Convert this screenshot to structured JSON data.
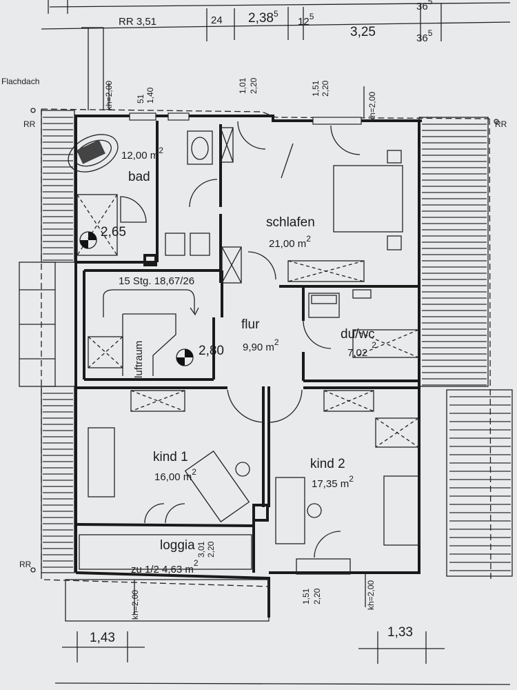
{
  "rooms": {
    "bad": {
      "name": "bad",
      "area": "12,00 m",
      "sup": "2",
      "level": "2,65"
    },
    "schlafen": {
      "name": "schlafen",
      "area": "21,00 m",
      "sup": "2"
    },
    "flur": {
      "name": "flur",
      "area": "9,90 m",
      "sup": "2",
      "level": "2,80"
    },
    "du_wc": {
      "name": "du/wc",
      "area": "7,02",
      "sup": "2"
    },
    "kind1": {
      "name": "kind 1",
      "area": "16,00 m",
      "sup": "2"
    },
    "kind2": {
      "name": "kind 2",
      "area": "17,35 m",
      "sup": "2"
    },
    "loggia": {
      "name": "loggia",
      "area": "zu 1/2 4,63 m",
      "sup": "2"
    }
  },
  "stairs": {
    "label": "15 Stg. 18,67/26",
    "luftraum": "luftraum"
  },
  "labels": {
    "flachdach": "Flachdach",
    "rr": "RR",
    "kh": "kh=2,00"
  },
  "top_dims": [
    {
      "text": "RR 3,51"
    },
    {
      "text": "24"
    },
    {
      "text": "2,38",
      "sup": "5"
    },
    {
      "text": "12",
      "sup": "5"
    },
    {
      "text": "3,25"
    },
    {
      "text": "36",
      "sup": "5"
    },
    {
      "text": "36",
      "sup": "5"
    }
  ],
  "window_dims": {
    "bad": {
      "a": "51",
      "b": "1,40"
    },
    "flur": {
      "a": "1,01",
      "b": "2,20"
    },
    "schlafen": {
      "a": "1,51",
      "b": "2,20"
    },
    "loggia": {
      "a": "3,01",
      "b": "2,20"
    },
    "kind2": {
      "a": "1,51",
      "b": "2,20"
    }
  },
  "bottom_dims": {
    "left": "1,43",
    "right": "1,33"
  }
}
